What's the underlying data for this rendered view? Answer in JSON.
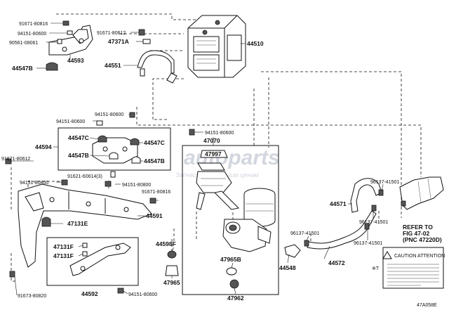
{
  "labels": {
    "p91671_80816_a": "91671-80816",
    "p94151_80600_a": "94151-80600",
    "p90561_08061": "90561-08061",
    "p44547B_a": "44547B",
    "p44593": "44593",
    "p91671_80612_a": "91671-80612",
    "p47371A": "47371A",
    "p44551": "44551",
    "p44510": "44510",
    "p94151_80600_b": "94151-80600",
    "p94151_80600_c": "94151-80600",
    "p44594": "44594",
    "p44547C_a": "44547C",
    "p44547B_b": "44547B",
    "p44547C_b": "44547C",
    "p44547B_c": "44547B",
    "p91671_80612_b": "91671-80612",
    "p94151_80800_a": "94151-80800",
    "p91621_60614": "91621-60614(3)",
    "p94151_80800_b": "94151-80800",
    "p91671_80816_b": "91671-80816",
    "p44591": "44591",
    "p47131E": "47131E",
    "p47131F_a": "47131F",
    "p47131F_b": "47131F",
    "p44592": "44592",
    "p91673_80820": "91673-80820",
    "p94151_80600_d": "94151-80600",
    "p94151_80600_e": "94151-80600",
    "p47070": "47070",
    "p47997": "47997",
    "p44598F": "44598F",
    "p47965": "47965",
    "p47965B": "47965B",
    "p47962": "47962",
    "p96137_41501_a": "96137-41501",
    "p44571": "44571",
    "p96137_41501_b": "96137-41501",
    "p96137_41501_c": "96137-41501",
    "p96137_41501_d": "96137-41501",
    "p44548": "44548",
    "p44572": "44572",
    "refer_line1": "REFER TO",
    "refer_line2": "FIG 47-02",
    "refer_line3": "(PNC 47220D)",
    "caution_mark": "※T",
    "caution_title": "CAUTION  ATTENTION",
    "figure_code": "47A058E"
  },
  "watermark": {
    "brand": "autoparts",
    "subtitle": "Запчасти по лучшим ценам"
  },
  "colors": {
    "ink": "#111111",
    "paper": "#ffffff",
    "watermark": "#c8cdd6"
  }
}
